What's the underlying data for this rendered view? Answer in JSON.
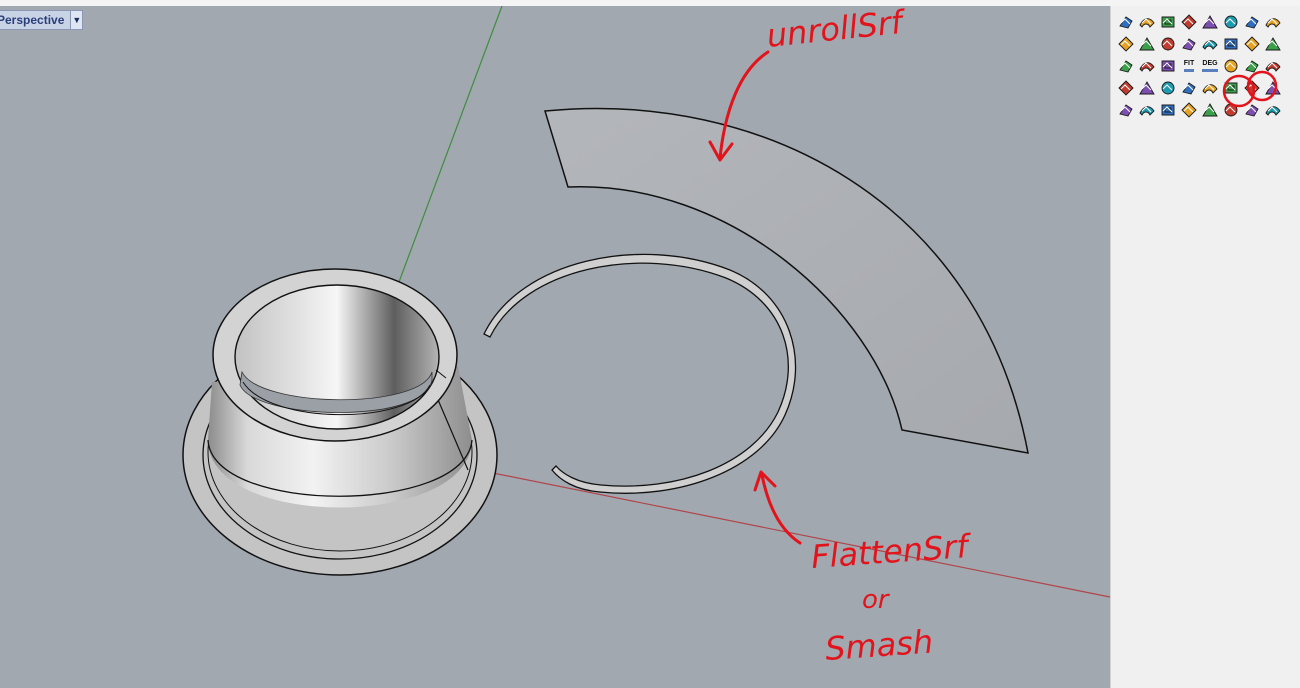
{
  "viewport": {
    "name": "Perspective",
    "dropdown_glyph": "▼",
    "background": "#a2a8b0"
  },
  "annotations": {
    "color": "#e3131b",
    "unroll": "unrollSrf",
    "flatten": "FlattenSrf",
    "or": "or",
    "smash": "Smash"
  },
  "axes": {
    "x_color": "#b0454a",
    "y_color": "#3c8f3c"
  },
  "toolbar": {
    "rows": [
      [
        "blend-surface-icon",
        "offset-surface-icon",
        "fillet-surface-icon",
        "chamfer-surface-icon",
        "variable-fillet-icon",
        "extend-surface-icon",
        "match-surface-icon",
        "merge-surface-icon"
      ],
      [
        "connect-surface-icon",
        "rail-revolve-icon",
        "sweep-one-rail-icon",
        "sweep-two-rail-icon",
        "network-surface-icon",
        "patch-icon",
        "arc-surface-icon",
        "shrink-trim-icon"
      ],
      [
        "loft-icon",
        "edit-points-icon",
        "rebuild-icon",
        "fit-icon",
        "degree-icon",
        "change-degree-icon",
        "control-points-icon",
        "uvn-icon"
      ],
      [
        "explode-icon",
        "point-grid-icon",
        "shade-icon",
        "cylinder-icon",
        "dimension-icon",
        "unroll-srf-icon",
        "flatten-srf-icon",
        "smash-icon"
      ],
      [
        "map-icon",
        "curvature-analysis-icon",
        "zebra-icon",
        "draft-angle-icon",
        "curve-from-surface-icon",
        "extract-isocurve-icon",
        "contour-icon",
        "histogram-icon"
      ]
    ],
    "fit_label": "FIT",
    "deg_label": "DEG"
  }
}
